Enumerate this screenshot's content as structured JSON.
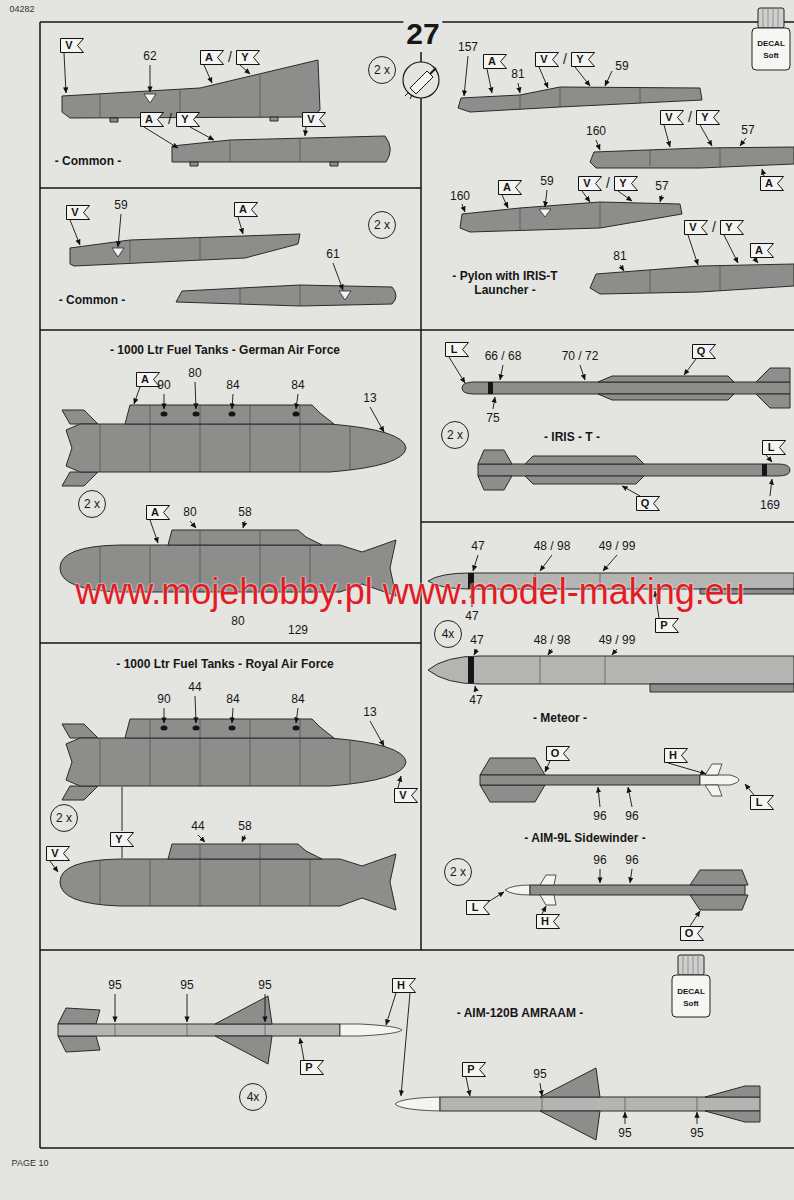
{
  "diagram": {
    "nodes": [
      {
        "text": [
          "- Common -"
        ]
      },
      {
        "text": [
          "V"
        ],
        "in": 0
      },
      {
        "text": [
          "A"
        ],
        "in": 0
      },
      {
        "text": [
          "Y"
        ],
        "in": 0
      },
      {
        "text": [
          "2 x"
        ],
        "in": 0
      },
      {
        "text": [
          "A"
        ],
        "in": 0
      },
      {
        "text": [
          "Y"
        ],
        "in": 0
      },
      {
        "text": [
          "V"
        ],
        "in": 0
      },
      {
        "text": [
          "- Pylon with IRIS-T Launcher -"
        ]
      },
      {
        "text": [
          "A"
        ],
        "in": 8
      },
      {
        "text": [
          "V"
        ],
        "in": 8
      },
      {
        "text": [
          "Y"
        ],
        "in": 8
      },
      {
        "text": [
          "V"
        ],
        "in": 8
      },
      {
        "text": [
          "Y"
        ],
        "in": 8
      },
      {
        "text": [
          "A"
        ],
        "in": 8
      },
      {
        "text": [
          "A"
        ],
        "in": 8
      },
      {
        "text": [
          "V"
        ],
        "in": 8
      },
      {
        "text": [
          "Y"
        ],
        "in": 8
      },
      {
        "text": [
          "V"
        ],
        "in": 8
      },
      {
        "text": [
          "Y"
        ],
        "in": 8
      },
      {
        "text": [
          "A"
        ],
        "in": 8
      },
      {
        "text": [
          "- Common -"
        ]
      },
      {
        "text": [
          "V"
        ],
        "in": 21
      },
      {
        "text": [
          "A"
        ],
        "in": 21
      },
      {
        "text": [
          "2 x"
        ],
        "in": 21
      },
      {
        "text": [
          "- 1000 Ltr Fuel Tanks - German Air Force"
        ]
      },
      {
        "text": [
          "A"
        ],
        "in": 25
      },
      {
        "text": [
          "2 x"
        ],
        "in": 25
      },
      {
        "text": [
          "A"
        ],
        "in": 25
      },
      {
        "text": [
          "- IRIS - T -"
        ]
      },
      {
        "text": [
          "L"
        ],
        "in": 29
      },
      {
        "text": [
          "Q"
        ],
        "in": 29
      },
      {
        "text": [
          "2 x"
        ],
        "in": 29
      },
      {
        "text": [
          "Q"
        ],
        "in": 29
      },
      {
        "text": [
          "L"
        ],
        "in": 29
      },
      {
        "text": [
          "- 1000 Ltr Fuel Tanks - Royal Air Force"
        ]
      },
      {
        "text": [
          "V"
        ],
        "in": 35
      },
      {
        "text": [
          "Y"
        ],
        "in": 35
      },
      {
        "text": [
          "2 x"
        ],
        "in": 35
      },
      {
        "text": [
          "V"
        ],
        "in": 35
      },
      {
        "text": [
          "- Meteor -",
          "- AIM-9L Sidewinder -"
        ]
      },
      {
        "text": [
          "4x"
        ],
        "in": 40
      },
      {
        "text": [
          "P"
        ],
        "in": 40
      },
      {
        "text": [
          "O"
        ],
        "in": 40
      },
      {
        "text": [
          "H"
        ],
        "in": 40
      },
      {
        "text": [
          "L"
        ],
        "in": 40
      },
      {
        "text": [
          "2 x"
        ],
        "in": 40
      },
      {
        "text": [
          "L"
        ],
        "in": 40
      },
      {
        "text": [
          "H"
        ],
        "in": 40
      },
      {
        "text": [
          "O"
        ],
        "in": 40
      },
      {
        "text": [
          "- AIM-120B AMRAAM -"
        ]
      },
      {
        "text": [
          "H"
        ],
        "in": 50
      },
      {
        "text": [
          "P"
        ],
        "in": 50
      },
      {
        "text": [
          "4x"
        ],
        "in": 50
      },
      {
        "text": [
          "P"
        ],
        "in": 50
      }
    ],
    "labels": [
      "04282",
      "27",
      "62",
      "/",
      "/",
      "DECAL",
      "Soft",
      "157",
      "81",
      "/",
      "59",
      "160",
      "/",
      "57",
      "160",
      "59",
      "/",
      "57",
      "/",
      "81",
      "59",
      "61",
      "90",
      "80",
      "84",
      "84",
      "13",
      "80",
      "58",
      "80",
      "129",
      "66 / 68",
      "70 / 72",
      "75",
      "169",
      "www.mojehobby.pl www.model-making.eu",
      "47",
      "48 / 98",
      "49 / 99",
      "47",
      "47",
      "48 / 98",
      "49 / 99",
      "47",
      "90",
      "44",
      "84",
      "84",
      "13",
      "44",
      "58",
      "96",
      "96",
      "96",
      "96",
      "95",
      "95",
      "95",
      "DECAL",
      "Soft",
      "95",
      "95",
      "95",
      "PAGE 10"
    ]
  }
}
